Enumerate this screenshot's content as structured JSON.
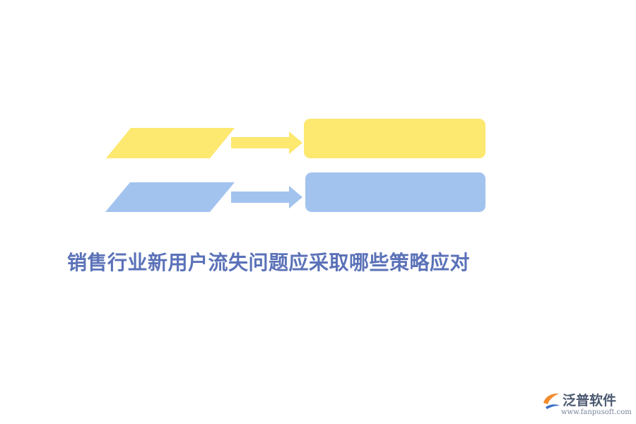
{
  "title": "销售行业新用户流失问题应采取哪些策略应对",
  "colors": {
    "yellow": "#FDE870",
    "blue": "#A3C3EF",
    "title": "#5B72B8",
    "logo_text": "#4B5970",
    "logo_url": "#7A849B",
    "logo_orange": "#F28B2E",
    "logo_blue": "#3F6EC6"
  },
  "rows": [
    {
      "name": "yellow",
      "icon": "parallelogram-shape",
      "arrow": "right-arrow-icon",
      "box": "rounded-box"
    },
    {
      "name": "blue",
      "icon": "parallelogram-shape",
      "arrow": "right-arrow-icon",
      "box": "rounded-box"
    }
  ],
  "logo": {
    "name": "泛普软件",
    "url": "www.fanpusoft.com"
  }
}
